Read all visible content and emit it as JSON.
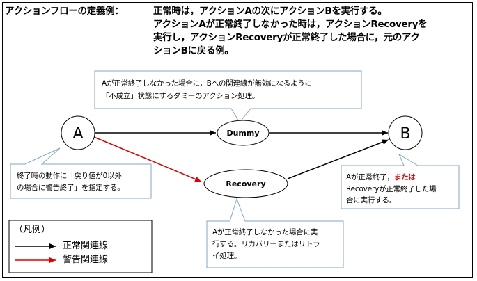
{
  "header": {
    "label": "アクションフローの定義例：",
    "lines": [
      "正常時は，アクションAの次にアクションBを実行する。",
      "アクションAが正常終了しなかった時は，アクションRecoveryを",
      "実行し，アクションRecoveryが正常終了した場合に，元のアク",
      "ションBに戻る例。"
    ]
  },
  "nodes": {
    "a": "A",
    "b": "B",
    "dummy": "Dummy",
    "recovery": "Recovery"
  },
  "callouts": {
    "dummy_note": [
      "Aが正常終了しなかった場合に，Bへの関連線が無効になるように",
      "「不成立」状態にするダミーのアクション処理。"
    ],
    "a_note": [
      "終了時の動作に「戻り値が0以外",
      "の場合に警告終了」を指定する。"
    ],
    "b_note": {
      "line1_prefix": "Aが正常終了，",
      "line1_emphasis": "または",
      "line2": "Recoveryが正常終了した場",
      "line3": "合に実行する。"
    },
    "recovery_note": [
      "Aが正常終了しなかった場合に実",
      "行する。リカバリーまたはリトラ",
      "イ処理。"
    ]
  },
  "legend": {
    "title": "（凡例）",
    "normal": "正常関連線",
    "warning": "警告関連線"
  },
  "colors": {
    "normal_line": "#000000",
    "warning_line": "#e00000",
    "callout_border": "#7fa7c9"
  }
}
